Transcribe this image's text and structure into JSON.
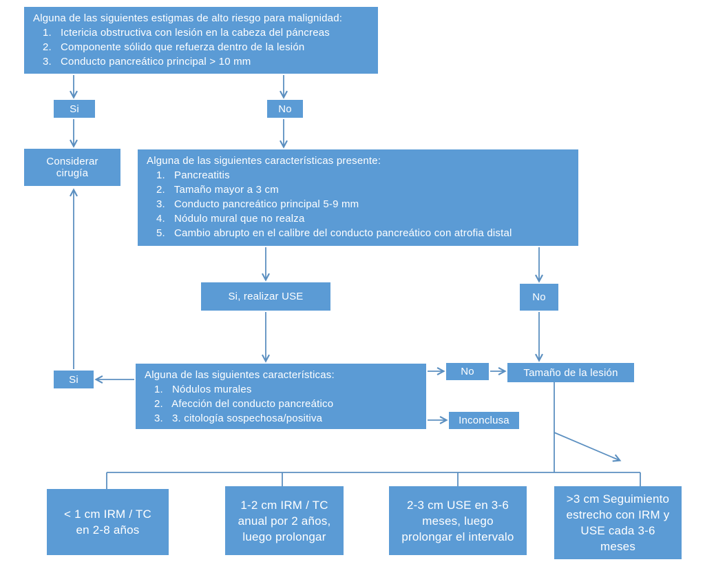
{
  "colors": {
    "box": "#5b9bd5",
    "line": "#5b8fc0",
    "text": "#ffffff",
    "background": "#ffffff"
  },
  "nodes": {
    "stigmata": {
      "title": "Alguna de las siguientes estigmas de alto riesgo para malignidad:",
      "items": [
        "1.   Ictericia obstructiva con lesión en la cabeza del páncreas",
        "2.   Componente sólido que refuerza dentro de la lesión",
        "3.   Conducto pancreático principal > 10 mm"
      ]
    },
    "si1": "Si",
    "no1": "No",
    "surgery": "Considerar cirugía",
    "features": {
      "title": "Alguna de las siguientes características presente:",
      "items": [
        "1.   Pancreatitis",
        "2.   Tamaño mayor a 3 cm",
        "3.   Conducto pancreático principal 5-9 mm",
        "4.   Nódulo mural que no realza",
        "5.   Cambio abrupto en el calibre del conducto pancreático con atrofia distal"
      ]
    },
    "si_use": "Si, realizar USE",
    "no2": "No",
    "eus_features": {
      "title": "Alguna de las siguientes características:",
      "items": [
        "1.   Nódulos murales",
        "2.   Afección del conducto pancreático",
        "3.   3. citología sospechosa/positiva"
      ]
    },
    "si2": "Si",
    "no3": "No",
    "inconclusive": "Inconclusa",
    "lesion_size": "Tamaño de la lesión",
    "followup": {
      "lt1": "< 1 cm IRM / TC en 2-8 años",
      "cm12": "1-2 cm IRM / TC anual por 2 años, luego prolongar",
      "cm23": "2-3 cm USE en 3-6 meses, luego prolongar el intervalo",
      "gt3": ">3 cm Seguimiento estrecho con IRM y USE cada 3-6 meses"
    }
  }
}
